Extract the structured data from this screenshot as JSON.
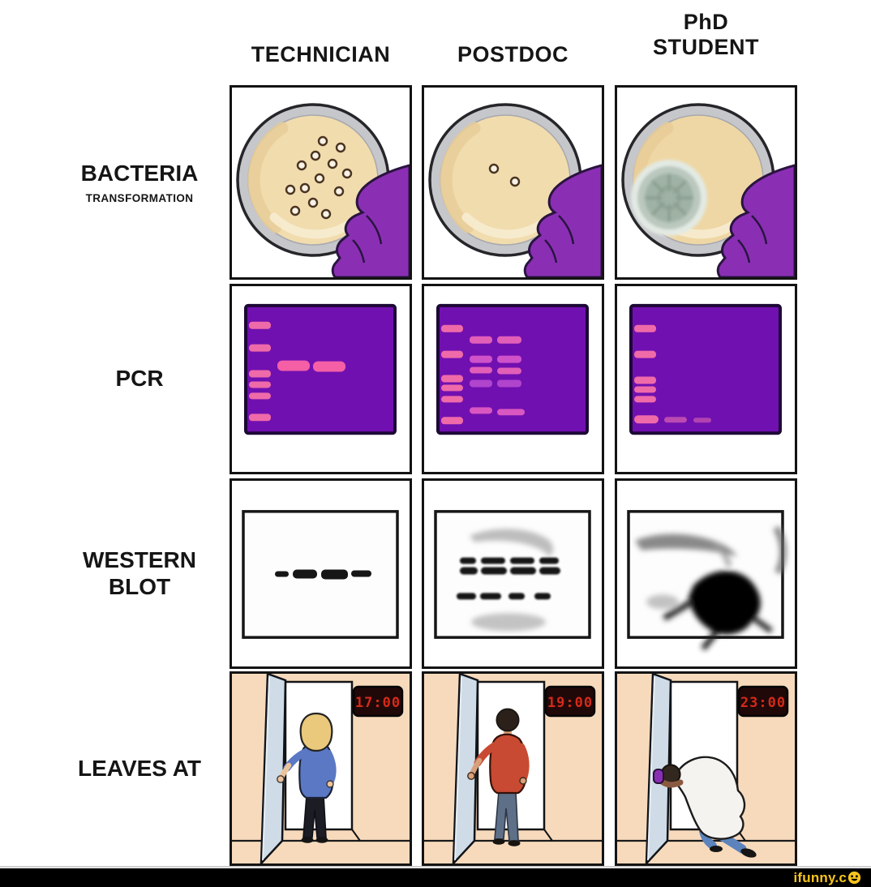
{
  "header": {
    "columns": [
      {
        "id": "technician",
        "label": "TECHNICIAN"
      },
      {
        "id": "postdoc",
        "label": "POSTDOC"
      },
      {
        "id": "phd-student",
        "label": "PhD STUDENT"
      }
    ]
  },
  "rows": [
    {
      "id": "bacteria-transformation",
      "label": "BACTERIA",
      "sublabel": "TRANSFORMATION"
    },
    {
      "id": "pcr",
      "label": "PCR"
    },
    {
      "id": "western-blot",
      "label": "WESTERN BLOT"
    },
    {
      "id": "leaves-at",
      "label": "LEAVES AT"
    }
  ],
  "clocks": {
    "technician": "17:00",
    "postdoc": "19:00",
    "phd_student": "23:00"
  },
  "panels": {
    "bacteria": {
      "technician": "Petri dish held by purple gloved hand, many small colonies",
      "postdoc": "Petri dish held by purple gloved hand, only two colonies",
      "phd_student": "Petri dish held by purple gloved hand, large fuzzy mold contamination"
    },
    "pcr": {
      "technician": "Purple gel: ladder plus two clean bright pink bands",
      "postdoc": "Purple gel: ladder plus two lanes of many mixed bands",
      "phd_student": "Purple gel: ladder plus two faint bands at the bottom"
    },
    "western": {
      "technician": "Clean white blot with one sharp row of four dark bands",
      "postdoc": "Blot with fuzzy smears above and below two rows of bands",
      "phd_student": "Blot ruined by one big black smudge and streaks"
    },
    "leaves": {
      "technician": "Woman in blue shirt walking out the open door at 17:00",
      "postdoc": "Man in red shirt walking out the open door at 19:00",
      "phd_student": "Exhausted student in lab coat slumping out the door at 23:00"
    }
  },
  "watermark": {
    "text": "ifunny.c",
    "icon": "smiley-icon"
  },
  "colors": {
    "panel_border": "#131313",
    "glove_purple": "#8a2fb4",
    "gel_purple": "#7110b0",
    "band_pink": "#f45fa6",
    "agar_tan": "#f1dcae",
    "dish_rim": "#c6c7cb",
    "mold_green_gray": "#9fb2a5",
    "wall_peach": "#f7dabc",
    "door_blue_gray": "#cfdbe6",
    "clock_bg": "#200808",
    "clock_digits": "#d42a1a",
    "footer_bg": "#000000",
    "watermark_yellow": "#f8c51c",
    "technician_shirt": "#5a78c4",
    "postdoc_shirt": "#c84a32",
    "phd_coat": "#f5f3ef",
    "phd_jeans": "#5d83bd"
  }
}
